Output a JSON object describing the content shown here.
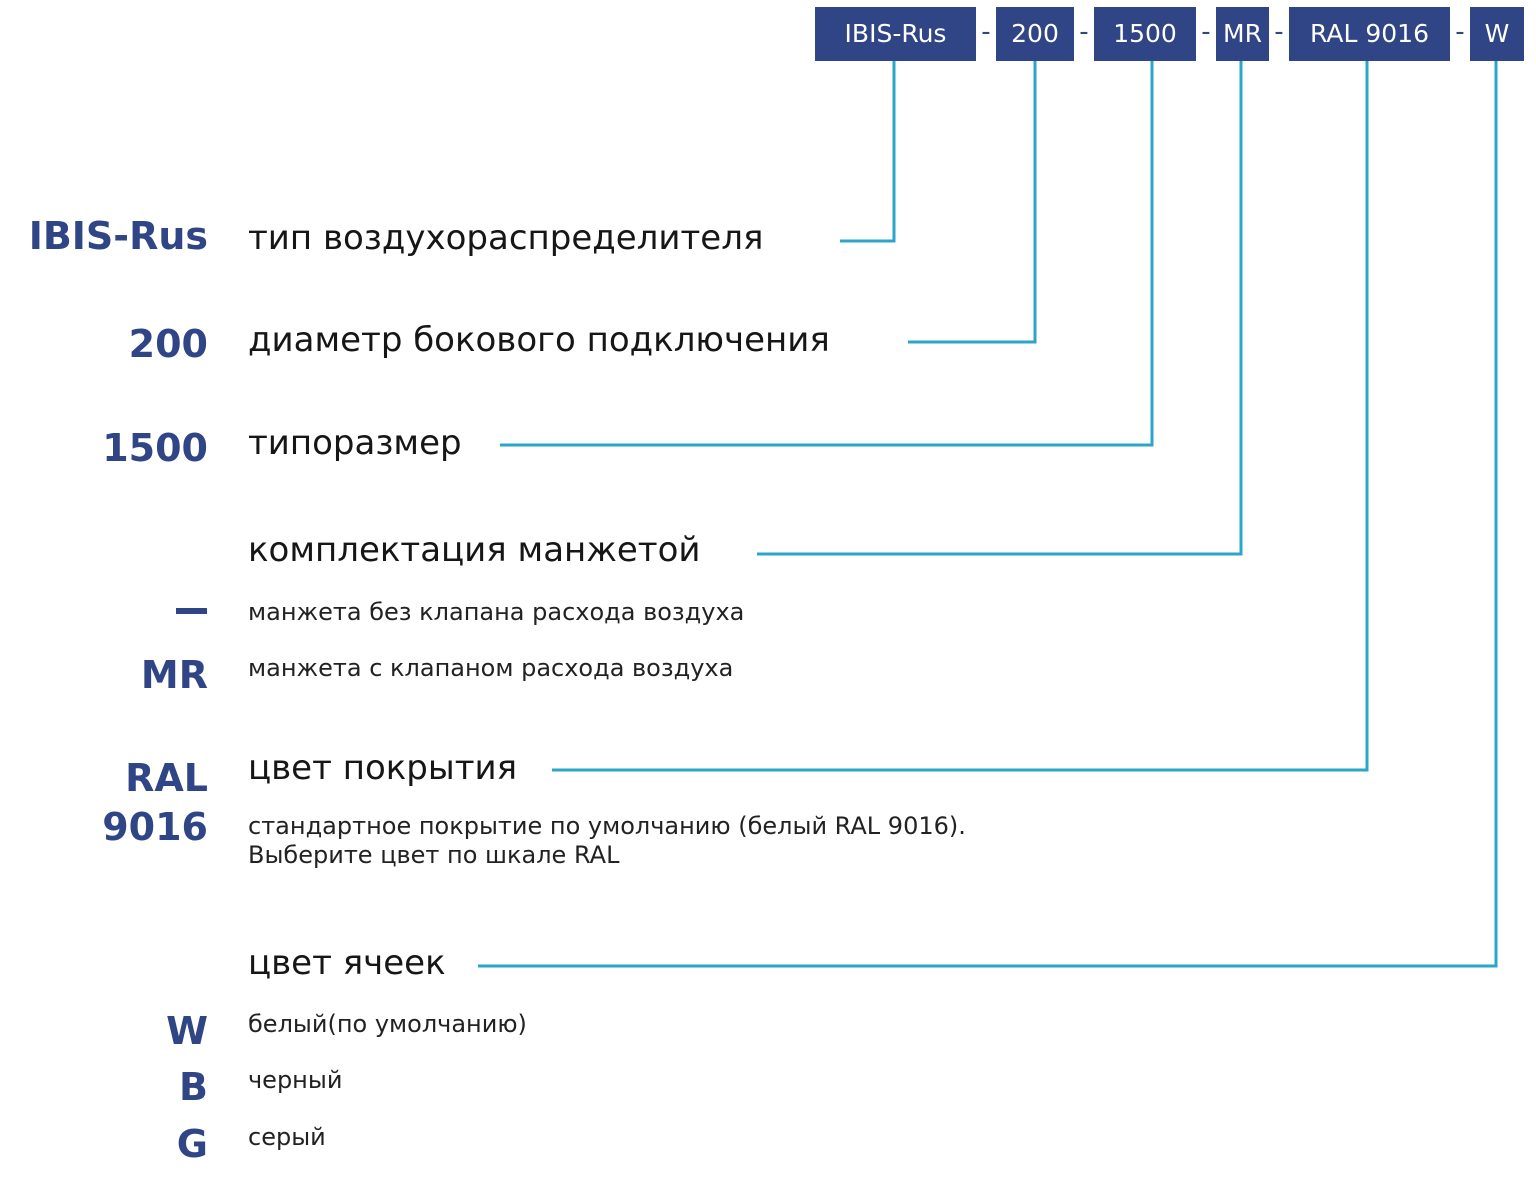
{
  "code_segments": [
    "IBIS-Rus",
    "200",
    "1500",
    "MR",
    "RAL 9016",
    "W"
  ],
  "separator": "-",
  "sections": {
    "type": {
      "code": "IBIS-Rus",
      "title": "тип воздухораспределителя"
    },
    "diameter": {
      "code": "200",
      "title": "диаметр бокового подключения"
    },
    "size": {
      "code": "1500",
      "title": "типоразмер"
    },
    "cuff": {
      "title": "комплектация манжетой",
      "options": [
        {
          "code": "",
          "text": "манжета без клапана расхода воздуха"
        },
        {
          "code": "MR",
          "text": "манжета с клапаном расхода воздуха"
        }
      ]
    },
    "coating": {
      "code_line1": "RAL",
      "code_line2": "9016",
      "title": "цвет покрытия",
      "desc_line1": "стандартное покрытие по умолчанию (белый RAL 9016).",
      "desc_line2": "Выберите цвет по шкале RAL"
    },
    "cells": {
      "title": "цвет ячеек",
      "options": [
        {
          "code": "W",
          "text": "белый(по умолчанию)"
        },
        {
          "code": "B",
          "text": "черный"
        },
        {
          "code": "G",
          "text": "серый"
        }
      ]
    }
  },
  "colors": {
    "box": "#2f4585",
    "connector": "#2aa6c8",
    "code_text": "#2f4585"
  }
}
